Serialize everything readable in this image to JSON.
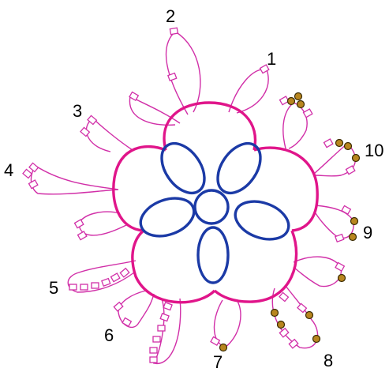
{
  "colors": {
    "background": "#ffffff",
    "outer_ring": "#e0158a",
    "chain": "#d12fa8",
    "picot": "#d12fa8",
    "inner_ring": "#1b3aa6",
    "bead_fill": "#b8861f",
    "bead_stroke": "#3a2a00",
    "label": "#000000"
  },
  "labels": [
    "1",
    "2",
    "3",
    "4",
    "5",
    "6",
    "7",
    "8",
    "9",
    "10"
  ]
}
